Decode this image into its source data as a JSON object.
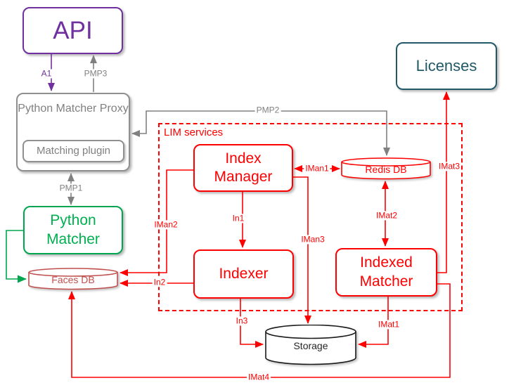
{
  "nodes": {
    "api": {
      "label": "API"
    },
    "licenses": {
      "label": "Licenses"
    },
    "proxy": {
      "label": "Python Matcher Proxy"
    },
    "matching_plugin": {
      "label": "Matching plugin"
    },
    "python_matcher": {
      "label": "Python Matcher"
    },
    "index_manager": {
      "label": "Index Manager"
    },
    "indexer": {
      "label": "Indexer"
    },
    "indexed_matcher": {
      "label": "Indexed Matcher"
    },
    "redis_db": {
      "label": "Redis DB"
    },
    "faces_db": {
      "label": "Faces DB"
    },
    "storage": {
      "label": "Storage"
    }
  },
  "group": {
    "label": "LIM services"
  },
  "edges": {
    "a1": {
      "label": "A1"
    },
    "pmp1": {
      "label": "PMP1"
    },
    "pmp2": {
      "label": "PMP2"
    },
    "pmp3": {
      "label": "PMP3"
    },
    "iman1": {
      "label": "IMan1"
    },
    "iman2": {
      "label": "IMan2"
    },
    "iman3": {
      "label": "IMan3"
    },
    "in1": {
      "label": "In1"
    },
    "in2": {
      "label": "In2"
    },
    "in3": {
      "label": "In3"
    },
    "imat1": {
      "label": "IMat1"
    },
    "imat2": {
      "label": "IMat2"
    },
    "imat3": {
      "label": "IMat3"
    },
    "imat4": {
      "label": "IMat4"
    }
  },
  "colors": {
    "red": "#fe0000",
    "purple": "#7030a0",
    "green": "#00b050",
    "gray": "#808080",
    "teal": "#215968",
    "brick": "#c0504d",
    "black": "#262626"
  }
}
